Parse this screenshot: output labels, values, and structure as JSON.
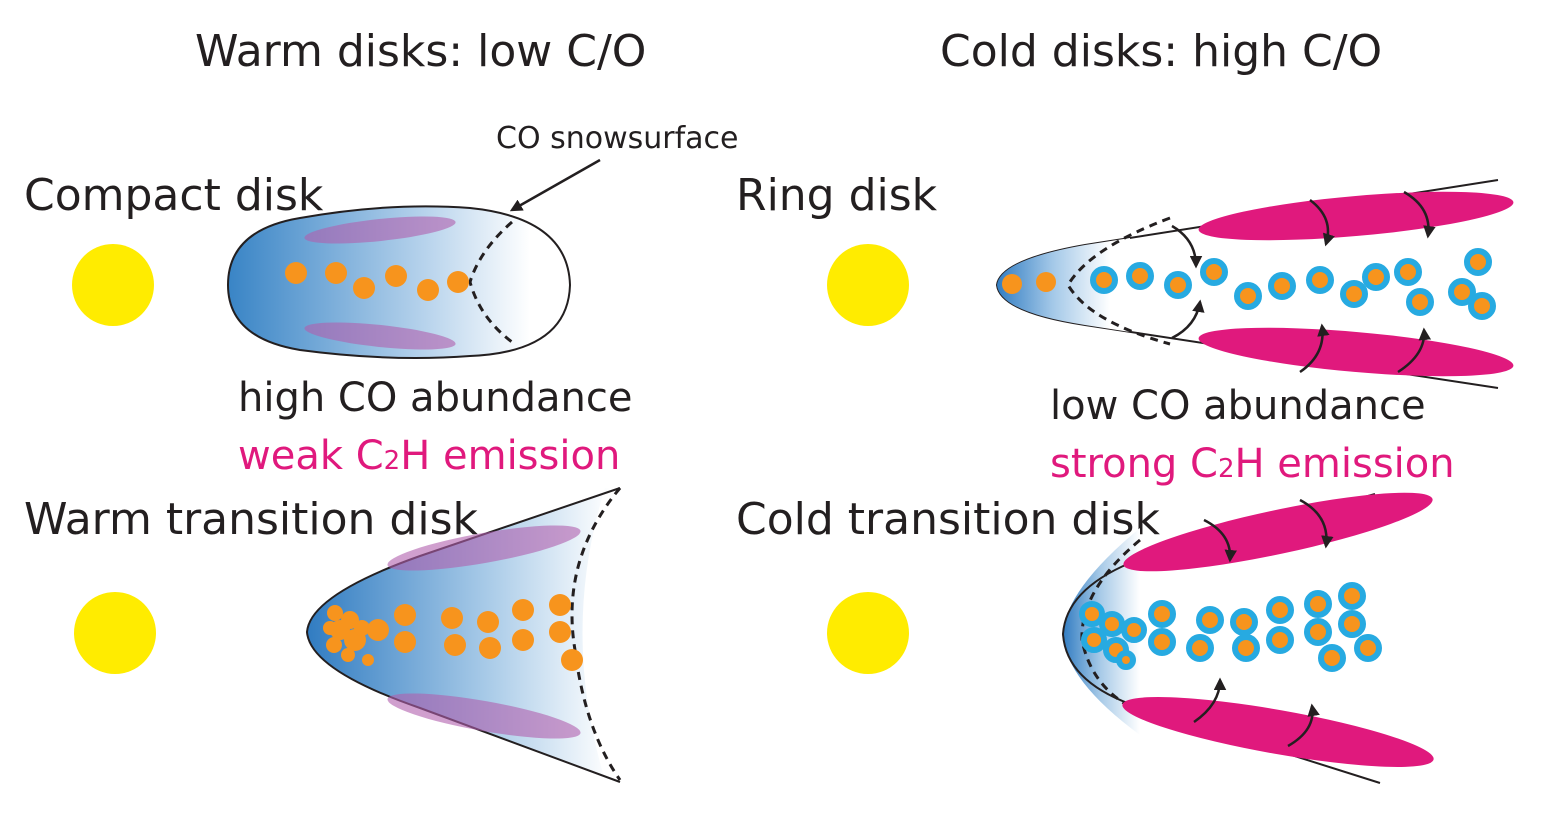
{
  "headers": {
    "warm": "Warm disks: low C/O",
    "cold": "Cold disks: high C/O"
  },
  "labels": {
    "compact": "Compact disk",
    "ring": "Ring disk",
    "warm_transition": "Warm transition disk",
    "cold_transition": "Cold transition disk",
    "snowsurface": "CO snowsurface"
  },
  "warm_summary": {
    "co": "high CO abundance",
    "c2h_prefix": "weak C",
    "c2h_sub": "2",
    "c2h_suffix": "H emission"
  },
  "cold_summary": {
    "co": "low CO abundance",
    "c2h_prefix": "strong C",
    "c2h_sub": "2",
    "c2h_suffix": "H emission"
  },
  "colors": {
    "star": "#ffec00",
    "grain": "#f7941d",
    "ice": "#27aae1",
    "c2h": "#e0197d",
    "disk_blue": "#3a85c6"
  }
}
